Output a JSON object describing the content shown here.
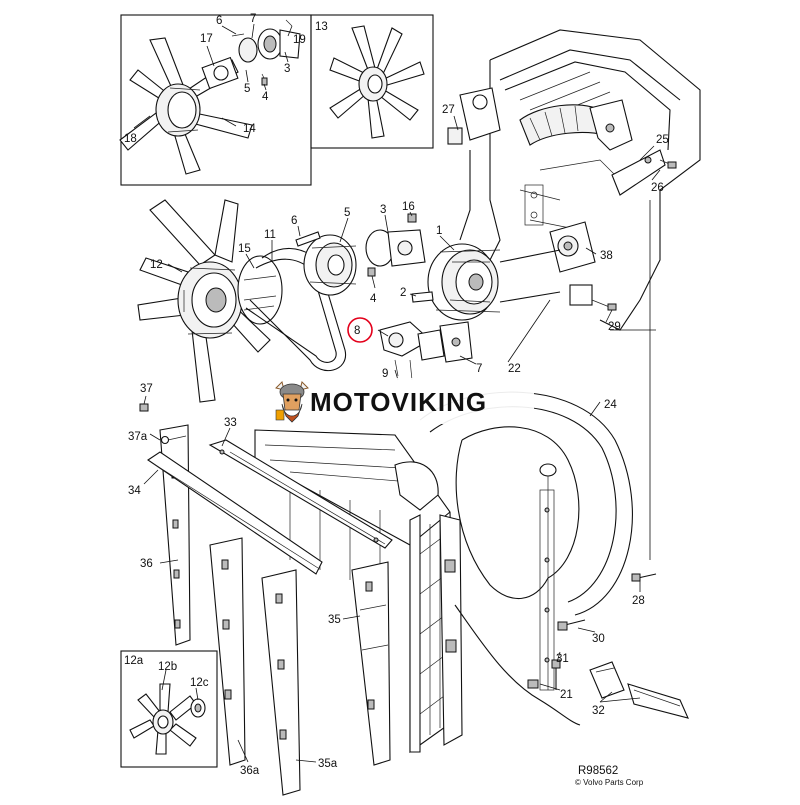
{
  "callouts": {
    "c6a": "6",
    "c17": "17",
    "c7a": "7",
    "c19": "19",
    "c3a": "3",
    "c5a": "5",
    "c4a": "4",
    "c18": "18",
    "c14": "14",
    "c13": "13",
    "c27": "27",
    "c25": "25",
    "c26": "26",
    "c6b": "6",
    "c5b": "5",
    "c3b": "3",
    "c16": "16",
    "c11": "11",
    "c15": "15",
    "c12": "12",
    "c1": "1",
    "c38": "38",
    "c2": "2",
    "c4b": "4",
    "c29": "29",
    "c8": "8",
    "c7b": "7",
    "c22": "22",
    "c9": "9",
    "c37": "37",
    "c37a": "37a",
    "c33": "33",
    "c34": "34",
    "c24": "24",
    "c36": "36",
    "c35": "35",
    "c28": "28",
    "c30": "30",
    "c31": "31",
    "c21": "21",
    "c32": "32",
    "c12a": "12a",
    "c12b": "12b",
    "c12c": "12c",
    "c36a": "36a",
    "c35a": "35a"
  },
  "figure_ref": "R98562",
  "copyright": "© Volvo Parts Corp",
  "watermark": {
    "text": "MOTOVIKING",
    "logo_icon": "viking-mascot-icon"
  },
  "colors": {
    "highlight": "#e3001b",
    "ink": "#111111"
  }
}
